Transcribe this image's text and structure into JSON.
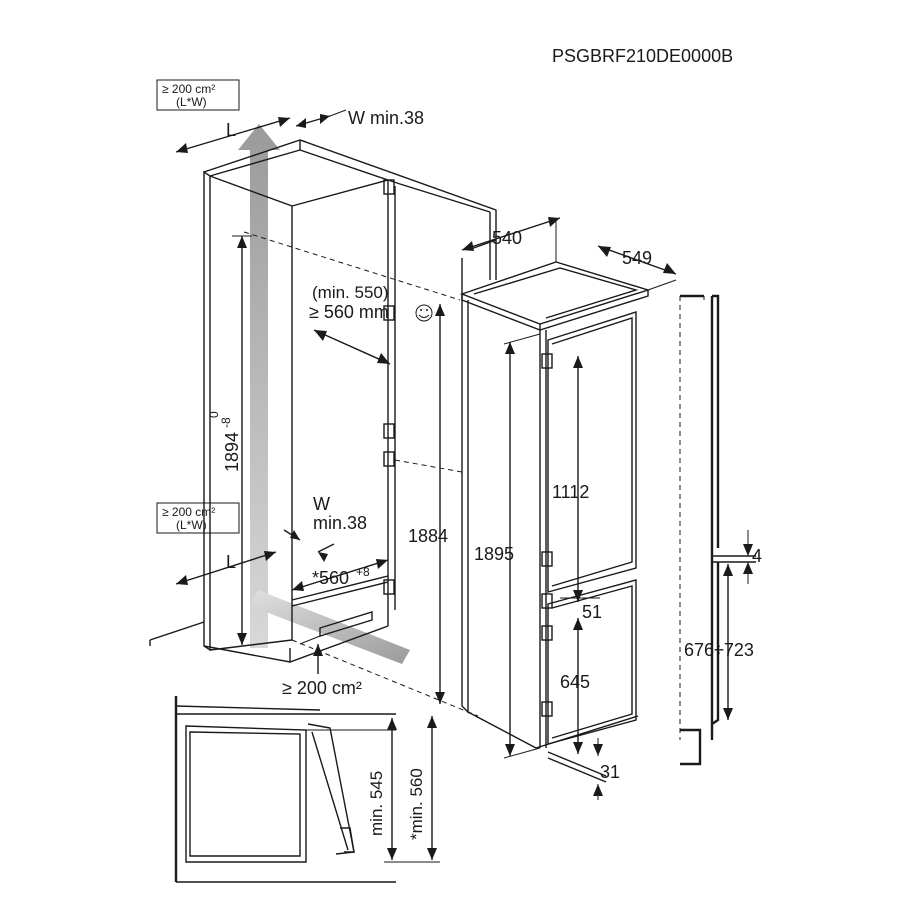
{
  "model_code": "PSGBRF210DE0000B",
  "vent_top": {
    "area": "≥ 200 cm²",
    "formula": "(L*W)",
    "length_label": "L",
    "width_min": "W min.38"
  },
  "vent_bottom": {
    "area": "≥ 200 cm²",
    "formula": "(L*W)",
    "length_label": "L",
    "width_label": "W",
    "width_min": "min.38"
  },
  "niche_height": {
    "main": "1894",
    "tol_upper": "0",
    "tol_lower": "-8"
  },
  "niche_depth": {
    "min_note": "(min. 550)",
    "value": "≥ 560 mm"
  },
  "niche_width": {
    "main": "*560",
    "tol": "+8"
  },
  "base_vent": "≥ 200 cm²",
  "appliance": {
    "width": "540",
    "depth": "549",
    "height_total": "1895",
    "height_niche": "1884",
    "fridge_door": "1112",
    "gap": "51",
    "freezer_door": "645",
    "bottom_gap": "31"
  },
  "door_side": {
    "gap": "4",
    "range": "676÷723"
  },
  "plan_view": {
    "min_depth": "min. 545",
    "min_depth_star": "*min. 560"
  },
  "colors": {
    "ink": "#1a1a1a",
    "vent_arrow": "#b5b5b5",
    "background": "#ffffff"
  }
}
